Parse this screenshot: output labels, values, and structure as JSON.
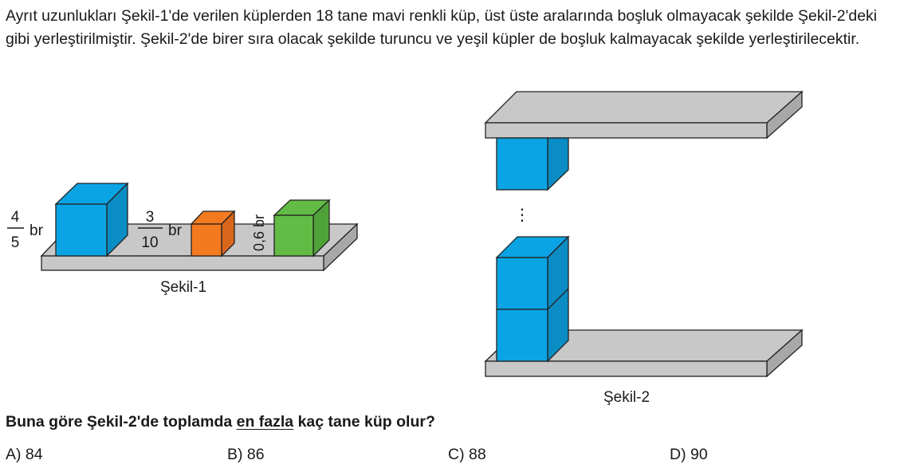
{
  "intro_text": "Ayrıt uzunlukları Şekil-1'de verilen küplerden 18 tane mavi renkli küp, üst üste aralarında boşluk olmayacak şekilde Şekil-2'deki gibi yerleştirilmiştir. Şekil-2'de birer sıra olacak şekilde turuncu ve yeşil küpler de boşluk kalmayacak şekilde yerleştirilecektir.",
  "figure1": {
    "caption": "Şekil-1",
    "blue_label": {
      "num": "4",
      "den": "5",
      "unit": "br"
    },
    "orange_label": {
      "num": "3",
      "den": "10",
      "unit": "br"
    },
    "green_label": "0,6 br"
  },
  "figure2": {
    "caption": "Şekil-2",
    "dots": "⋮"
  },
  "question": {
    "before": "Buna göre Şekil-2'de toplamda ",
    "emphasis": "en fazla",
    "after": " kaç tane küp olur?"
  },
  "options": [
    "A) 84",
    "B) 86",
    "C) 88",
    "D) 90"
  ],
  "colors": {
    "blue": "#0aa4e4",
    "blue_side": "#0a8cc4",
    "orange": "#f47a20",
    "orange_side": "#d9661a",
    "green": "#62bb45",
    "green_side": "#4fa238",
    "shelf": "#c8c8c8",
    "shelf_dark": "#a8a8a8"
  }
}
